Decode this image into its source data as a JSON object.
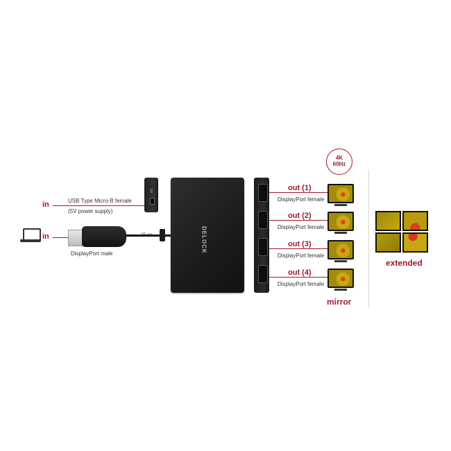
{
  "colors": {
    "accent": "#a0182e",
    "device": "#1b1b1b",
    "divider": "#d6d6d6"
  },
  "hub": {
    "brand": "DELOCK"
  },
  "usb_port": {
    "side_text": "5V"
  },
  "inputs": [
    {
      "label": "in",
      "caption_line1": "USB Type Micro-B female",
      "caption_line2": "(5V power supply)"
    },
    {
      "label": "in",
      "caption": "DisplayPort male"
    }
  ],
  "cable_length": "25 cm",
  "badge": {
    "line1": "4K",
    "line2": "60Hz"
  },
  "outputs": [
    {
      "label": "out (1)",
      "caption": "DisplayPort female"
    },
    {
      "label": "out (2)",
      "caption": "DisplayPort female"
    },
    {
      "label": "out (3)",
      "caption": "DisplayPort female"
    },
    {
      "label": "out (4)",
      "caption": "DisplayPort female"
    }
  ],
  "modes": {
    "mirror": "mirror",
    "extended": "extended"
  },
  "icons": {
    "laptop": "laptop-icon",
    "monitor": "monitor-icon"
  }
}
